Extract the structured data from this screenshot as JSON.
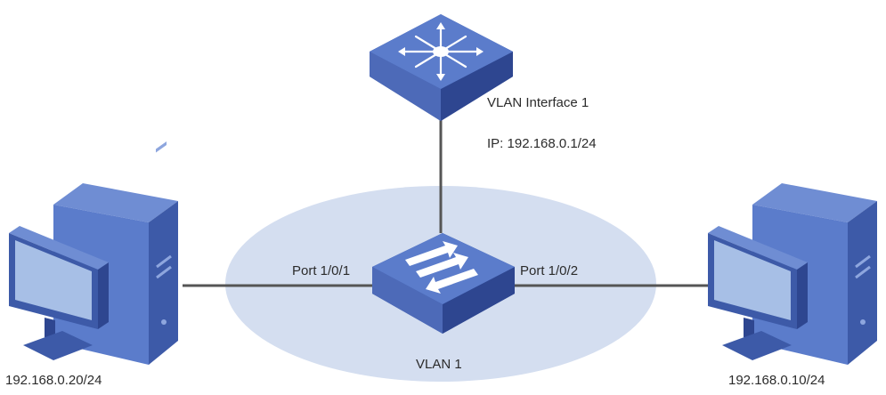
{
  "router": {
    "interface_label": "VLAN Interface 1",
    "ip_label": "IP: 192.168.0.1/24"
  },
  "switch": {
    "vlan_label": "VLAN 1",
    "port_left": "Port 1/0/1",
    "port_right": "Port 1/0/2"
  },
  "hosts": {
    "left_ip": "192.168.0.20/24",
    "right_ip": "192.168.0.10/24"
  },
  "colors": {
    "device_top": "#5b7ccb",
    "device_side": "#3d5aa8",
    "device_dark": "#2e4690",
    "vlan_area": "#d4def0",
    "link_line": "#555555",
    "screen": "#a7bfe6"
  }
}
